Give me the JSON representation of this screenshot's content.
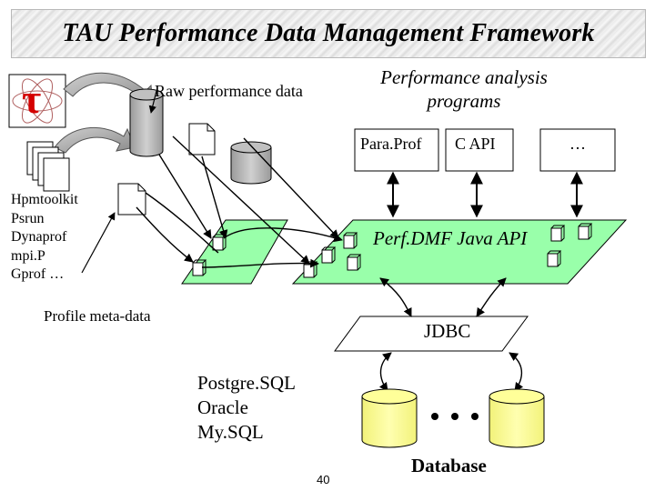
{
  "title": "TAU Performance Data Management Framework",
  "logo": {
    "glyph": "τ",
    "icon": "tau-logo"
  },
  "labels": {
    "raw_performance_data": "Raw performance data",
    "performance_analysis_programs": "Performance analysis programs",
    "paraprof": "Para.Prof",
    "c_api": "C API",
    "more_programs": "…",
    "perfdmf_api": "Perf.DMF Java API",
    "profile_metadata": "Profile meta-data",
    "jdbc": "JDBC",
    "database": "Database",
    "page_number": "40"
  },
  "tools": [
    "Hpmtoolkit",
    "Psrun",
    "Dynaprof",
    "mpi.P",
    "Gprof …"
  ],
  "databases": [
    "Postgre.SQL",
    "Oracle",
    "My.SQL"
  ],
  "colors": {
    "platform_fill": "#99ffaa",
    "db_fill": "#ffff99",
    "raw_db_fill": "#c0c0c0"
  }
}
